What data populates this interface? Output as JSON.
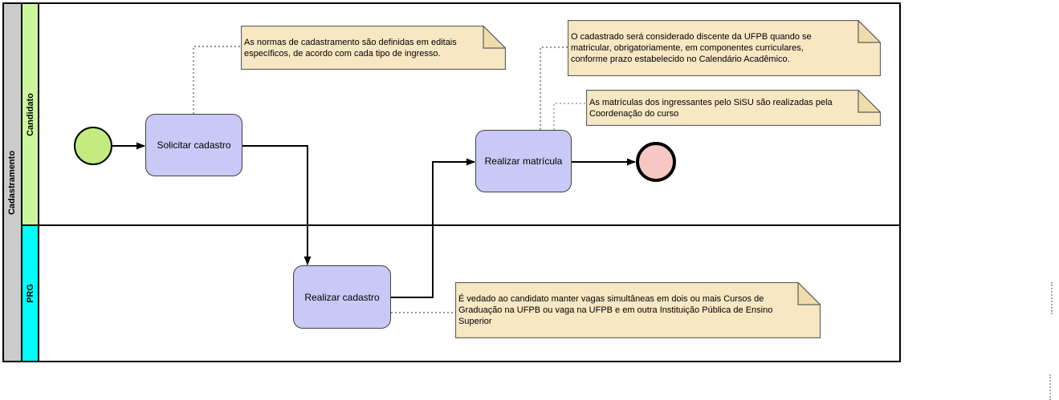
{
  "pool": {
    "label": "Cadastramento"
  },
  "lanes": [
    {
      "label": "Candidato"
    },
    {
      "label": "PRG"
    }
  ],
  "tasks": [
    {
      "label": "Solicitar cadastro"
    },
    {
      "label": "Realizar matrícula"
    },
    {
      "label": "Realizar cadastro"
    }
  ],
  "events": [
    {
      "name": "start-event"
    },
    {
      "name": "end-event"
    }
  ],
  "notes": [
    {
      "text": "As normas de cadastramento são definidas em editais específicos, de acordo com cada tipo de ingresso."
    },
    {
      "text": "O cadastrado será considerado discente da UFPB quando se matricular, obrigatoriamente, em componentes curriculares, conforme prazo estabelecido no Calendário Acadêmico."
    },
    {
      "text": "As matrículas dos ingressantes pelo SiSU são realizadas pela Coordenação do curso"
    },
    {
      "text": "É vedado ao candidato manter vagas simultâneas em dois ou mais Cursos de Graduação na UFPB ou vaga na UFPB e em outra Instituição Pública de Ensino Superior"
    }
  ],
  "colors": {
    "pool_header": "#cbcbcb",
    "lane_candidato": "#ccf69e",
    "lane_prg": "#00ffff",
    "task_fill": "#c9c9f7",
    "start_event_fill": "#c3eb80",
    "end_event_fill": "#f7c7c3",
    "note_fill": "#f8e7c3",
    "note_fold": "#eedcab"
  }
}
